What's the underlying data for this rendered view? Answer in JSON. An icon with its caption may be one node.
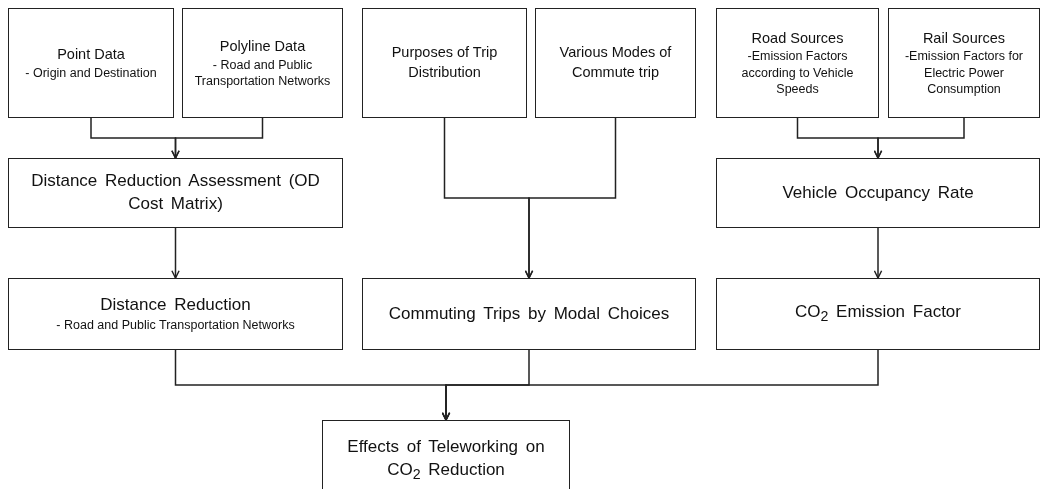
{
  "diagram": {
    "nodes": [
      {
        "text": [
          "Point Data",
          "- Origin and Destination"
        ]
      },
      {
        "text": [
          "Polyline Data",
          "- Road and Public Transportation Networks"
        ]
      },
      {
        "text": [
          "Purposes of Trip Distribution"
        ]
      },
      {
        "text": [
          "Various Modes of Commute trip"
        ]
      },
      {
        "text": [
          "Road Sources",
          "-Emission Factors according to Vehicle Speeds"
        ]
      },
      {
        "text": [
          "Rail Sources",
          "-Emission Factors for Electric Power Consumption"
        ]
      },
      {
        "text": [
          "Distance Reduction Assessment (OD Cost Matrix)"
        ]
      },
      {
        "text": [
          "Vehicle Occupancy Rate"
        ]
      },
      {
        "text": [
          "Distance Reduction",
          "- Road and Public Transportation Networks"
        ]
      },
      {
        "text": [
          "Commuting Trips by Modal Choices"
        ]
      },
      {
        "text": [
          "CO$_{2}$ Emission Factor"
        ]
      },
      {
        "text": [
          "Effects of Teleworking on CO$_{2}$ Reduction"
        ]
      }
    ],
    "edges": [
      {
        "from": 0,
        "to": 6,
        "arrow": "to"
      },
      {
        "from": 1,
        "to": 6,
        "arrow": "to"
      },
      {
        "from": 6,
        "to": 8,
        "arrow": "to"
      },
      {
        "from": 2,
        "to": 9,
        "arrow": "to"
      },
      {
        "from": 3,
        "to": 9,
        "arrow": "to"
      },
      {
        "from": 4,
        "to": 7,
        "arrow": "to"
      },
      {
        "from": 5,
        "to": 7,
        "arrow": "to"
      },
      {
        "from": 7,
        "to": 10,
        "arrow": "to"
      },
      {
        "from": 8,
        "to": 11,
        "arrow": "to"
      },
      {
        "from": 9,
        "to": 11,
        "arrow": "to"
      },
      {
        "from": 10,
        "to": 11,
        "arrow": "to"
      }
    ]
  }
}
